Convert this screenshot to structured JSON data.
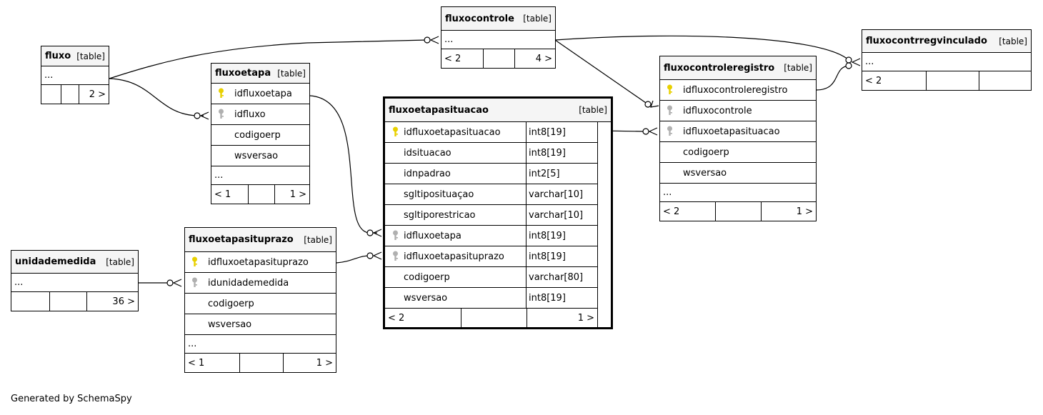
{
  "footer_text": "Generated by SchemaSpy",
  "type_tag": "[table]",
  "ellipsis": "...",
  "colors": {
    "pk_key": "#e8d000",
    "fk_key": "#b0b0b0",
    "header_bg": "#f5f5f5"
  },
  "tables": {
    "fluxo": {
      "name": "fluxo",
      "foot": [
        "",
        "",
        "2 >"
      ]
    },
    "fluxoetapa": {
      "name": "fluxoetapa",
      "columns": [
        {
          "name": "idfluxoetapa",
          "key": "pk"
        },
        {
          "name": "idfluxo",
          "key": "fk"
        },
        {
          "name": "codigoerp",
          "key": ""
        },
        {
          "name": "wsversao",
          "key": ""
        }
      ],
      "foot": [
        "< 1",
        "",
        "1 >"
      ]
    },
    "fluxocontrole": {
      "name": "fluxocontrole",
      "foot": [
        "< 2",
        "",
        "4 >"
      ]
    },
    "fluxocontrregvinculado": {
      "name": "fluxocontrregvinculado",
      "foot": [
        "< 2",
        "",
        ""
      ]
    },
    "fluxocontroleregistro": {
      "name": "fluxocontroleregistro",
      "columns": [
        {
          "name": "idfluxocontroleregistro",
          "key": "pk"
        },
        {
          "name": "idfluxocontrole",
          "key": "fk"
        },
        {
          "name": "idfluxoetapasituacao",
          "key": "fk"
        },
        {
          "name": "codigoerp",
          "key": ""
        },
        {
          "name": "wsversao",
          "key": ""
        }
      ],
      "foot": [
        "< 2",
        "",
        "1 >"
      ]
    },
    "fluxoetapasituacao": {
      "name": "fluxoetapasituacao",
      "columns": [
        {
          "name": "idfluxoetapasituacao",
          "type": "int8[19]",
          "key": "pk"
        },
        {
          "name": "idsituacao",
          "type": "int8[19]",
          "key": ""
        },
        {
          "name": "idnpadrao",
          "type": "int2[5]",
          "key": ""
        },
        {
          "name": "sgltiposituaçao",
          "type": "varchar[10]",
          "key": ""
        },
        {
          "name": "sgltiporestricao",
          "type": "varchar[10]",
          "key": ""
        },
        {
          "name": "idfluxoetapa",
          "type": "int8[19]",
          "key": "fk"
        },
        {
          "name": "idfluxoetapasituprazo",
          "type": "int8[19]",
          "key": "fk"
        },
        {
          "name": "codigoerp",
          "type": "varchar[80]",
          "key": ""
        },
        {
          "name": "wsversao",
          "type": "int8[19]",
          "key": ""
        }
      ],
      "foot": [
        "< 2",
        "",
        "1 >"
      ]
    },
    "unidademedida": {
      "name": "unidademedida",
      "foot": [
        "",
        "",
        "36 >"
      ]
    },
    "fluxoetapasituprazo": {
      "name": "fluxoetapasituprazo",
      "columns": [
        {
          "name": "idfluxoetapasituprazo",
          "key": "pk"
        },
        {
          "name": "idunidademedida",
          "key": "fk"
        },
        {
          "name": "codigoerp",
          "key": ""
        },
        {
          "name": "wsversao",
          "key": ""
        }
      ],
      "foot": [
        "< 1",
        "",
        "1 >"
      ]
    }
  }
}
